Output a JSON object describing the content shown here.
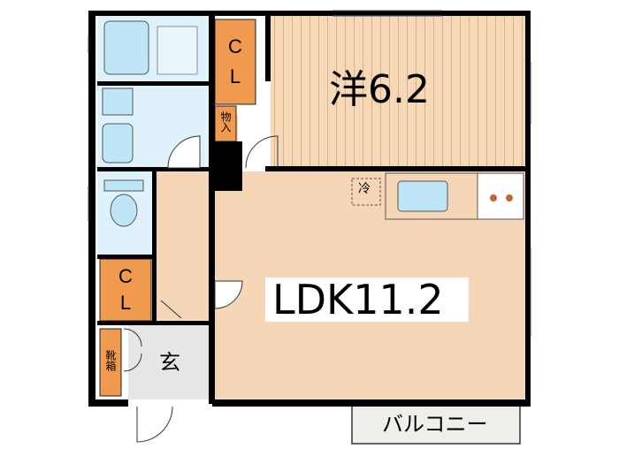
{
  "rooms": {
    "western_room": "洋6.2",
    "ldk": "LDK11.2",
    "entrance": "玄",
    "balcony": "バルコニー"
  },
  "closets": {
    "upper_closet_line1": "C",
    "upper_closet_line2": "L",
    "lower_closet_line1": "C",
    "lower_closet_line2": "L",
    "storage": "物入",
    "shoe_box": "靴箱"
  },
  "fixtures": {
    "fridge_space": "冷"
  },
  "colors": {
    "wall": "#000000",
    "floor": "#f5d7b7",
    "wood_floor": "#f6d7b6",
    "wood_lines": "#b08a6a",
    "wet_area": "#dff2fb",
    "fixture_fill": "#bfe6f6",
    "closet": "#ef9a4f",
    "balcony": "#f0eeea"
  }
}
